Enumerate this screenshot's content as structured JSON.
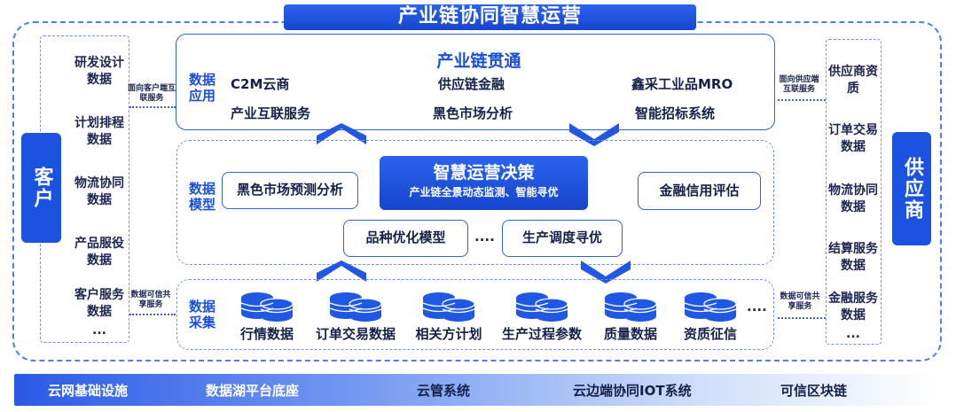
{
  "title": "产业链协同智慧运营",
  "left": {
    "main_label": "客户",
    "items": [
      "研发设计数据",
      "计划排程数据",
      "物流协同数据",
      "产品服役数据",
      "客户服务数据"
    ],
    "ellipsis": "...",
    "top_connector": "面向客户端互联服务",
    "bottom_connector": "数据可信共享服务"
  },
  "right": {
    "main_label": "供应商",
    "items": [
      "供应商资质",
      "订单交易数据",
      "物流协同数据",
      "结算服务数据",
      "金融服务数据"
    ],
    "ellipsis": "...",
    "top_connector": "面向供应端互联服务",
    "bottom_connector": "数据可信共享服务"
  },
  "apps": {
    "label": "数据应用",
    "heading": "产业链贯通",
    "row1": [
      "C2M云商",
      "供应链金融",
      "鑫采工业品MRO"
    ],
    "row2": [
      "产业互联服务",
      "黑色市场分析",
      "智能招标系统"
    ]
  },
  "models": {
    "label": "数据模型",
    "center_title": "智慧运营决策",
    "center_sub": "产业链全景动态监测、智能寻优",
    "left_box": "黑色市场预测分析",
    "right_box": "金融信用评估",
    "bottom_left": "品种优化模型",
    "bottom_dots": "....",
    "bottom_right": "生产调度寻优"
  },
  "collect": {
    "label": "数据采集",
    "items": [
      "行情数据",
      "订单交易数据",
      "相关方计划",
      "生产过程参数",
      "质量数据",
      "资质征信"
    ],
    "ellipsis": "...."
  },
  "infra": [
    "云网基础设施",
    "数据湖平台底座",
    "云管系统",
    "云边端协同IOT系统",
    "可信区块链"
  ],
  "colors": {
    "primary": "#1a4fd6",
    "dashed": "#4f7df0"
  }
}
